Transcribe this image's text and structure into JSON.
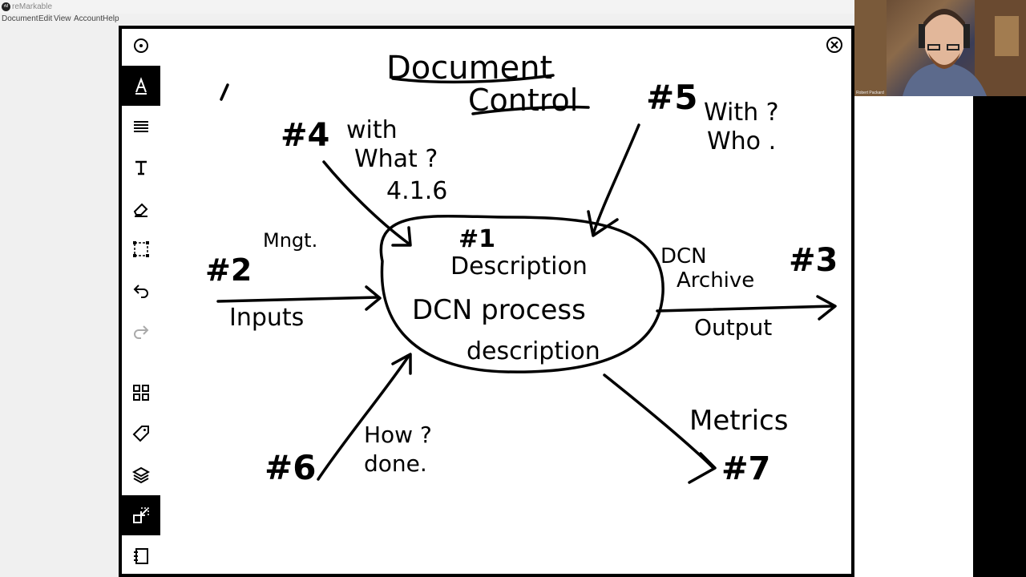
{
  "app": {
    "name": "reMarkable"
  },
  "menu": [
    "Document",
    "Edit",
    "View",
    "Account",
    "Help"
  ],
  "webcam": {
    "name_label": "Robert Packard"
  },
  "toolbar": {
    "items": [
      {
        "id": "circle-menu",
        "icon": "circle-dot-icon",
        "active": false
      },
      {
        "id": "pen",
        "icon": "pen-icon",
        "active": true
      },
      {
        "id": "lines",
        "icon": "lines-icon",
        "active": false
      },
      {
        "id": "text",
        "icon": "text-icon",
        "active": false
      },
      {
        "id": "eraser",
        "icon": "eraser-icon",
        "active": false
      },
      {
        "id": "select",
        "icon": "selection-icon",
        "active": false
      },
      {
        "id": "undo",
        "icon": "undo-icon",
        "active": false
      },
      {
        "id": "redo",
        "icon": "redo-icon",
        "active": false
      },
      {
        "id": "pages",
        "icon": "grid-icon",
        "active": false
      },
      {
        "id": "tag",
        "icon": "tag-icon",
        "active": false
      },
      {
        "id": "layers",
        "icon": "layers-icon",
        "active": false
      },
      {
        "id": "screenshare",
        "icon": "screenshare-icon",
        "active": true
      },
      {
        "id": "notebook",
        "icon": "notebook-icon",
        "active": false
      }
    ]
  },
  "notes": {
    "title_1": "Document",
    "title_2": "Control",
    "center_num": "#1",
    "center_head": "Description",
    "center_line1": "DCN process",
    "center_line2": "description",
    "n2": "#2",
    "mngt": "Mngt.",
    "inputs": "Inputs",
    "n3": "#3",
    "dcn_archive_1": "DCN",
    "dcn_archive_2": "Archive",
    "output": "Output",
    "n4": "#4",
    "with_what_1": "with",
    "with_what_2": "What ?",
    "clause": "4.1.6",
    "n5": "#5",
    "with_who_1": "With ?",
    "with_who_2": "Who .",
    "n6": "#6",
    "how_done_1": "How ?",
    "how_done_2": "done.",
    "metrics": "Metrics",
    "n7": "#7"
  }
}
